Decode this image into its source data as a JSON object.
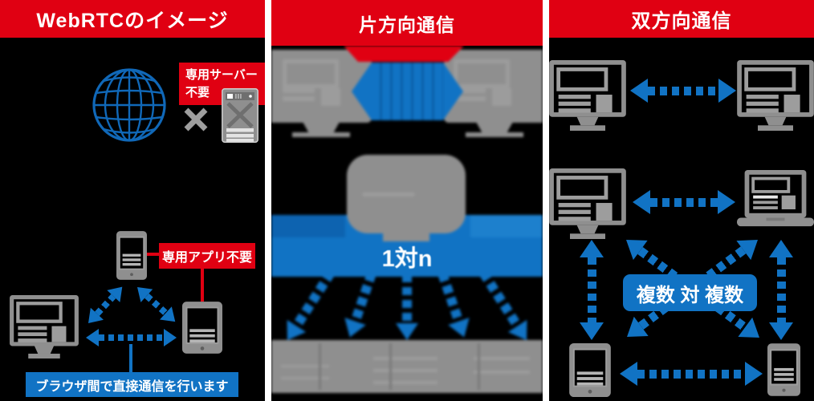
{
  "colors": {
    "red": "#e00012",
    "blue": "#1173c4",
    "globe_blue": "#1068b8",
    "device_gray": "#8f8f8f",
    "detail_gray": "#9d9d9d",
    "dark_gray": "#6f6f6f",
    "background": "#000000",
    "gap": "#ffffff"
  },
  "panels": {
    "webrtc": {
      "title": "WebRTCのイメージ",
      "no_server_line1": "専用サーバー",
      "no_server_line2": "不要",
      "no_app_label": "専用アプリ不要",
      "browser_note": "ブラウザ間で直接通信を行います"
    },
    "one_way": {
      "title": "片方向通信",
      "one_to_n": "1対n"
    },
    "two_way": {
      "title": "双方向通信",
      "multi_badge": "複数 対 複数"
    }
  },
  "icons": {
    "globe-icon": "blue wireframe globe (svg)",
    "server-icon": "gray tower server with X (svg)",
    "cross-icon": "gray X mark (svg)",
    "desktop-icon": "gray monitor with wireframe screen (svg)",
    "laptop-icon": "gray laptop with wireframe screen (svg)",
    "tablet-icon": "gray tablet (svg)",
    "smartphone-icon": "gray smartphone (svg)",
    "dashed-arrow-icon": "blue dashed double-headed arrow (css)"
  }
}
